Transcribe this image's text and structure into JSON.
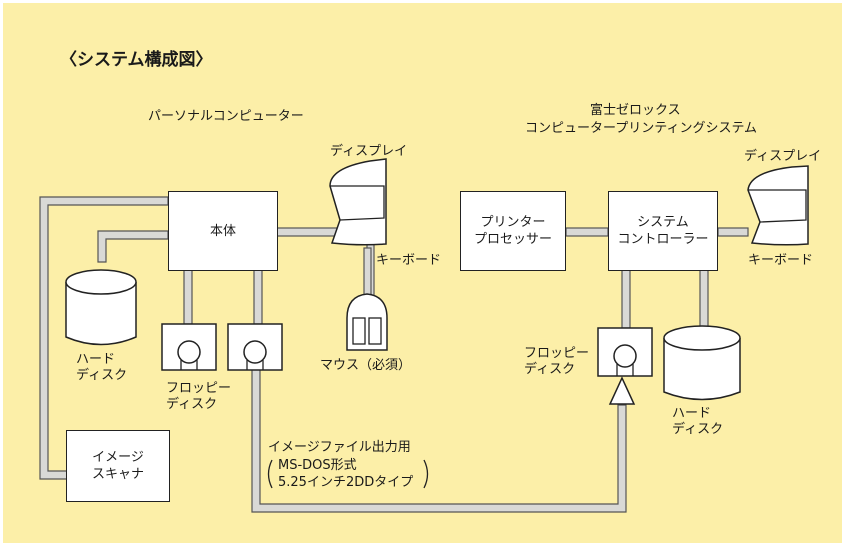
{
  "title": "〈システム構成図〉",
  "pc_label": "パーソナルコンピューター",
  "xerox_label_line1": "富士ゼロックス",
  "xerox_label_line2": "コンピュータープリンティングシステム",
  "left": {
    "main_unit": "本体",
    "display": "ディスプレイ",
    "keyboard": "キーボード",
    "mouse": "マウス（必須）",
    "hard_disk": "ハード\nディスク",
    "floppy": "フロッピー\nディスク",
    "scanner": "イメージ\nスキャナ"
  },
  "right": {
    "printer_processor": "プリンター\nプロセッサー",
    "system_controller": "システム\nコントローラー",
    "display": "ディスプレイ",
    "keyboard": "キーボード",
    "floppy": "フロッピー\nディスク",
    "hard_disk": "ハード\nディスク"
  },
  "output_note": {
    "line1": "イメージファイル出力用",
    "line2": "MS-DOS形式",
    "line3": "5.25インチ2DDタイプ"
  },
  "colors": {
    "background": "#fcefa8",
    "pipe_fill": "#d9d9d6",
    "pipe_stroke": "#555555",
    "box_fill": "#ffffff",
    "arrow": "#222222"
  }
}
